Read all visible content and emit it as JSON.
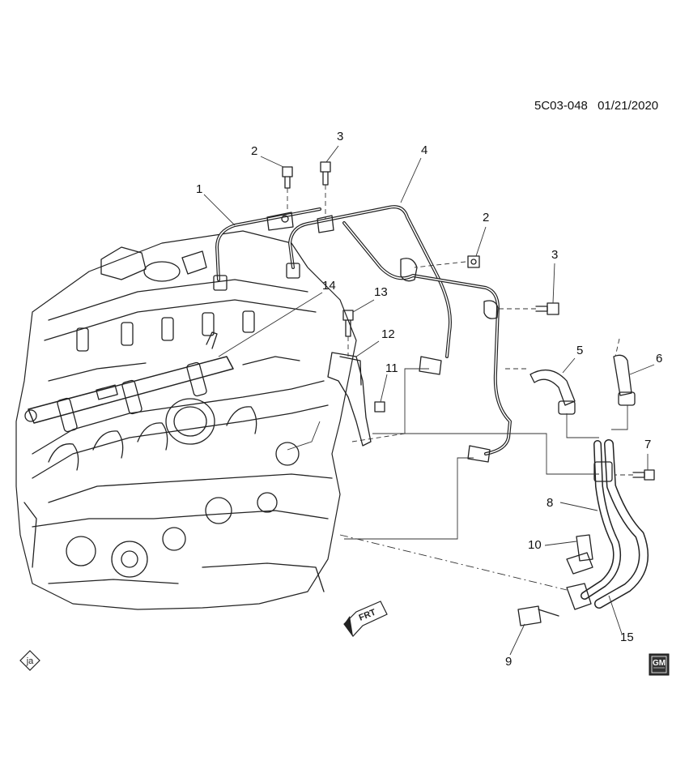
{
  "header": {
    "diagram_code": "5C03-048",
    "date": "01/21/2020"
  },
  "callouts": [
    "1",
    "2",
    "3",
    "4",
    "2",
    "3",
    "5",
    "6",
    "7",
    "8",
    "10",
    "9",
    "15",
    "11",
    "12",
    "13",
    "14"
  ],
  "direction_marker": "FRT",
  "corner_badge": "ja",
  "brand_logo": "GM"
}
